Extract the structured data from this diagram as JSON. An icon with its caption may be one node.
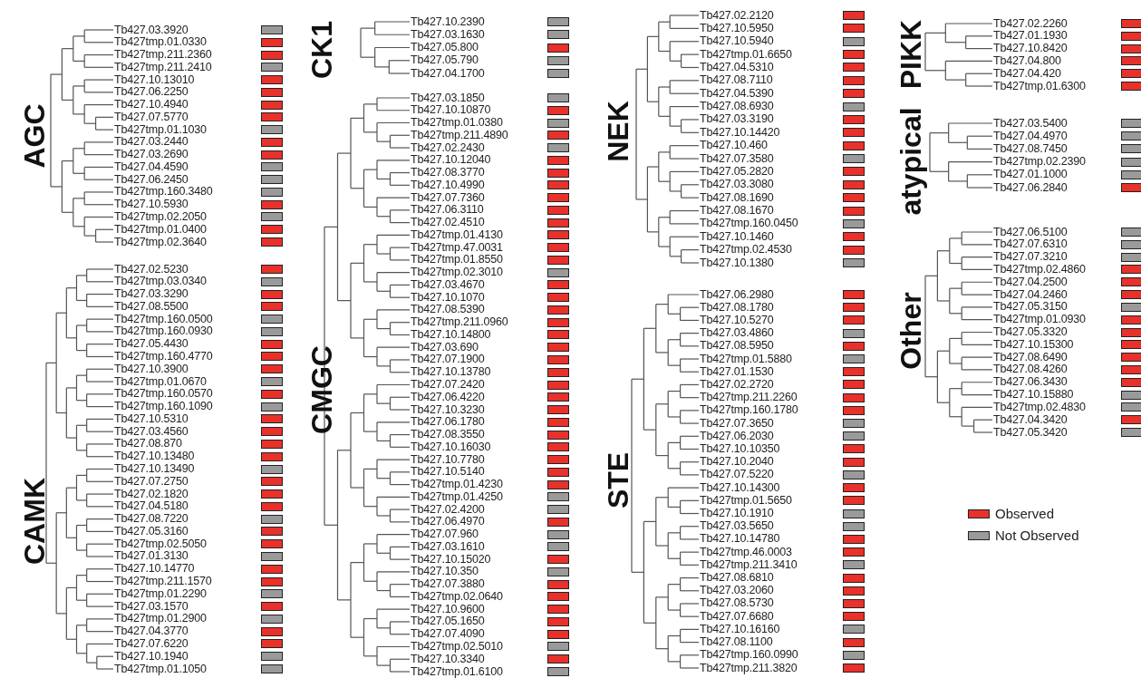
{
  "diagram": {
    "labels": [
      "AGC",
      "Tb427.03.3920",
      "Tb427tmp.01.0330",
      "Tb427tmp.211.2360",
      "Tb427tmp.211.2410",
      "Tb427.10.13010",
      "Tb427.06.2250",
      "Tb427.10.4940",
      "Tb427.07.5770",
      "Tb427tmp.01.1030",
      "Tb427.03.2440",
      "Tb427.03.2690",
      "Tb427.04.4590",
      "Tb427.06.2450",
      "Tb427tmp.160.3480",
      "Tb427.10.5930",
      "Tb427tmp.02.2050",
      "Tb427tmp.01.0400",
      "Tb427tmp.02.3640",
      "CAMK",
      "Tb427.02.5230",
      "Tb427tmp.03.0340",
      "Tb427.03.3290",
      "Tb427.08.5500",
      "Tb427tmp.160.0500",
      "Tb427tmp.160.0930",
      "Tb427.05.4430",
      "Tb427tmp.160.4770",
      "Tb427.10.3900",
      "Tb427tmp.01.0670",
      "Tb427tmp.160.0570",
      "Tb427tmp.160.1090",
      "Tb427.10.5310",
      "Tb427.03.4560",
      "Tb427.08.870",
      "Tb427.10.13480",
      "Tb427.10.13490",
      "Tb427.07.2750",
      "Tb427.02.1820",
      "Tb427.04.5180",
      "Tb427.08.7220",
      "Tb427.05.3160",
      "Tb427tmp.02.5050",
      "Tb427.01.3130",
      "Tb427.10.14770",
      "Tb427tmp.211.1570",
      "Tb427tmp.01.2290",
      "Tb427.03.1570",
      "Tb427tmp.01.2900",
      "Tb427.04.3770",
      "Tb427.07.6220",
      "Tb427.10.1940",
      "Tb427tmp.01.1050",
      "CK1",
      "Tb427.10.2390",
      "Tb427.03.1630",
      "Tb427.05.800",
      "Tb427.05.790",
      "Tb427.04.1700",
      "CMGC",
      "Tb427.03.1850",
      "Tb427.10.10870",
      "Tb427tmp.01.0380",
      "Tb427tmp.211.4890",
      "Tb427.02.2430",
      "Tb427.10.12040",
      "Tb427.08.3770",
      "Tb427.10.4990",
      "Tb427.07.7360",
      "Tb427.06.3110",
      "Tb427.02.4510",
      "Tb427tmp.01.4130",
      "Tb427tmp.47.0031",
      "Tb427tmp.01.8550",
      "Tb427tmp.02.3010",
      "Tb427.03.4670",
      "Tb427.10.1070",
      "Tb427.08.5390",
      "Tb427tmp.211.0960",
      "Tb427.10.14800",
      "Tb427.03.690",
      "Tb427.07.1900",
      "Tb427.10.13780",
      "Tb427.07.2420",
      "Tb427.06.4220",
      "Tb427.10.3230",
      "Tb427.06.1780",
      "Tb427.08.3550",
      "Tb427.10.16030",
      "Tb427.10.7780",
      "Tb427.10.5140",
      "Tb427tmp.01.4230",
      "Tb427tmp.01.4250",
      "Tb427.02.4200",
      "Tb427.06.4970",
      "Tb427.07.960",
      "Tb427.03.1610",
      "Tb427.10.15020",
      "Tb427.10.350",
      "Tb427.07.3880",
      "Tb427tmp.02.0640",
      "Tb427.10.9600",
      "Tb427.05.1650",
      "Tb427.07.4090",
      "Tb427tmp.02.5010",
      "Tb427.10.3340",
      "Tb427tmp.01.6100",
      "NEK",
      "Tb427.02.2120",
      "Tb427.10.5950",
      "Tb427.10.5940",
      "Tb427tmp.01.6650",
      "Tb427.04.5310",
      "Tb427.08.7110",
      "Tb427.04.5390",
      "Tb427.08.6930",
      "Tb427.03.3190",
      "Tb427.10.14420",
      "Tb427.10.460",
      "Tb427.07.3580",
      "Tb427.05.2820",
      "Tb427.03.3080",
      "Tb427.08.1690",
      "Tb427.08.1670",
      "Tb427tmp.160.0450",
      "Tb427.10.1460",
      "Tb427tmp.02.4530",
      "Tb427.10.1380",
      "STE",
      "Tb427.06.2980",
      "Tb427.08.1780",
      "Tb427.10.5270",
      "Tb427.03.4860",
      "Tb427.08.5950",
      "Tb427tmp.01.5880",
      "Tb427.01.1530",
      "Tb427.02.2720",
      "Tb427tmp.211.2260",
      "Tb427tmp.160.1780",
      "Tb427.07.3650",
      "Tb427.06.2030",
      "Tb427.10.10350",
      "Tb427.10.2040",
      "Tb427.07.5220",
      "Tb427.10.14300",
      "Tb427tmp.01.5650",
      "Tb427.10.1910",
      "Tb427.03.5650",
      "Tb427.10.14780",
      "Tb427tmp.46.0003",
      "Tb427tmp.211.3410",
      "Tb427.08.6810",
      "Tb427.03.2060",
      "Tb427.08.5730",
      "Tb427.07.6680",
      "Tb427.10.16160",
      "Tb427.08.1100",
      "Tb427tmp.160.0990",
      "Tb427tmp.211.3820",
      "PIKK",
      "Tb427.02.2260",
      "Tb427.01.1930",
      "Tb427.10.8420",
      "Tb427.04.800",
      "Tb427.04.420",
      "Tb427tmp.01.6300",
      "atypical",
      "Tb427.03.5400",
      "Tb427.04.4970",
      "Tb427.08.7450",
      "Tb427tmp.02.2390",
      "Tb427.01.1000",
      "Tb427.06.2840",
      "Other",
      "Tb427.06.5100",
      "Tb427.07.6310",
      "Tb427.07.3210",
      "Tb427tmp.02.4860",
      "Tb427.04.2500",
      "Tb427.04.2460",
      "Tb427.05.3150",
      "Tb427tmp.01.0930",
      "Tb427.05.3320",
      "Tb427.10.15300",
      "Tb427.08.6490",
      "Tb427.08.4260",
      "Tb427.06.3430",
      "Tb427.10.15880",
      "Tb427tmp.02.4830",
      "Tb427.04.3420",
      "Tb427.05.3420"
    ],
    "legend": [
      {
        "text": "Observed",
        "color": "#e8312a"
      },
      {
        "text": "Not Observed",
        "color": "#9a9a9a"
      }
    ]
  }
}
